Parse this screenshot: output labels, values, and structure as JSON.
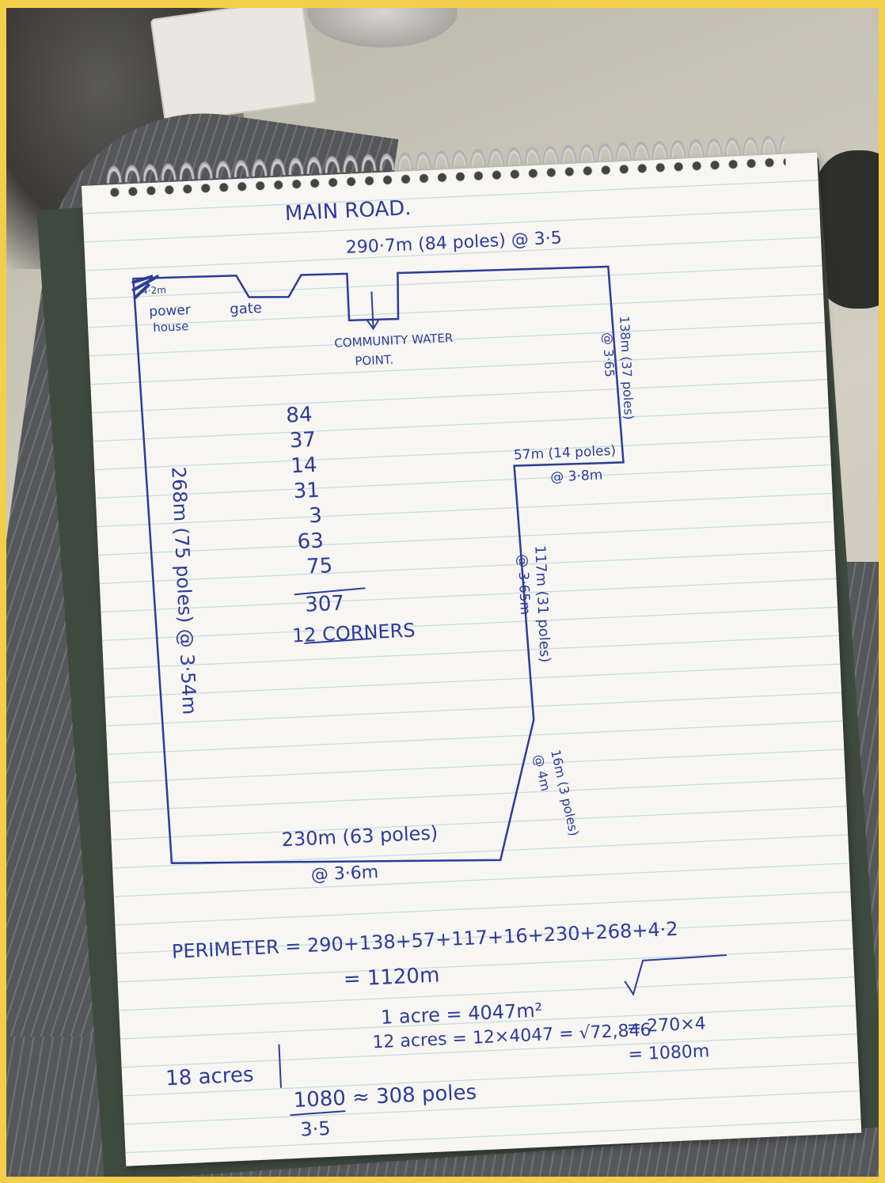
{
  "road_label": "MAIN ROAD.",
  "top_side": "290·7m (84 poles) @ 3·5",
  "corner_label": "4·2m",
  "power_house": [
    "power",
    "house"
  ],
  "gate_label": "gate",
  "water_point": [
    "COMMUNITY WATER",
    "POINT."
  ],
  "right_top_side": "138m (37 poles)",
  "right_top_spacing": "@ 3·65",
  "notch_side": "57m (14 poles)",
  "notch_spacing": "@ 3·8m",
  "right_mid_side": "117m (31 poles)",
  "right_mid_spacing": "@ 3·65m",
  "diag_side": "16m (3 poles)",
  "diag_spacing": "@ 4m",
  "bottom_side": "230m (63 poles)",
  "bottom_spacing": "@ 3·6m",
  "left_side": "268m (75 poles) @ 3·54m",
  "pole_counts": [
    "84",
    "37",
    "14",
    "31",
    "3",
    "63",
    "75"
  ],
  "pole_total": "307",
  "corners": "12 CORNERS",
  "perimeter_line1": "PERIMETER = 290+138+57+117+16+230+268+4·2",
  "perimeter_line2": "= 1120m",
  "acre_line1": "1 acre = 4047m²",
  "acre_line2": "12 acres = 12×4047 = √72,846",
  "area_label": "18 acres",
  "side_calc": [
    "= 270×4",
    "= 1080m"
  ],
  "poles_calc": "1080 ≈ 308 poles",
  "poles_divisor": "3·5"
}
